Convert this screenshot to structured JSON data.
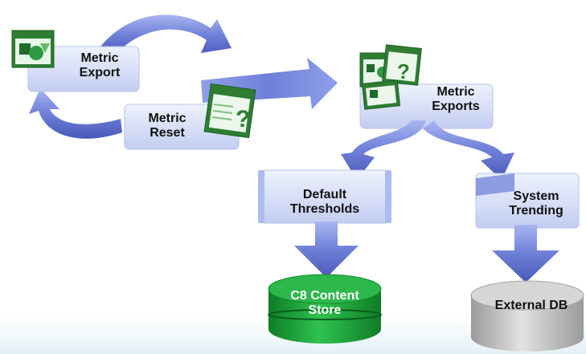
{
  "diagram": {
    "metric_export": [
      "Metric",
      "Export"
    ],
    "metric_reset": [
      "Metric",
      "Reset"
    ],
    "metric_exports": [
      "Metric",
      "Exports"
    ],
    "default_thresholds": [
      "Default",
      "Thresholds"
    ],
    "system_trending": [
      "System",
      "Trending"
    ],
    "c8_content_store": [
      "C8 Content",
      "Store"
    ],
    "external_db": "External DB"
  },
  "icons": [
    "window-shapes-icon",
    "window-question-icon",
    "window-shapes-question-icon"
  ],
  "colors": {
    "arrow": "#6f7fd6",
    "panel": "#cfd8f4",
    "icon_frame": "#2e7d32",
    "content_store": "#19a33a",
    "external_db": "#c4c4c4"
  }
}
